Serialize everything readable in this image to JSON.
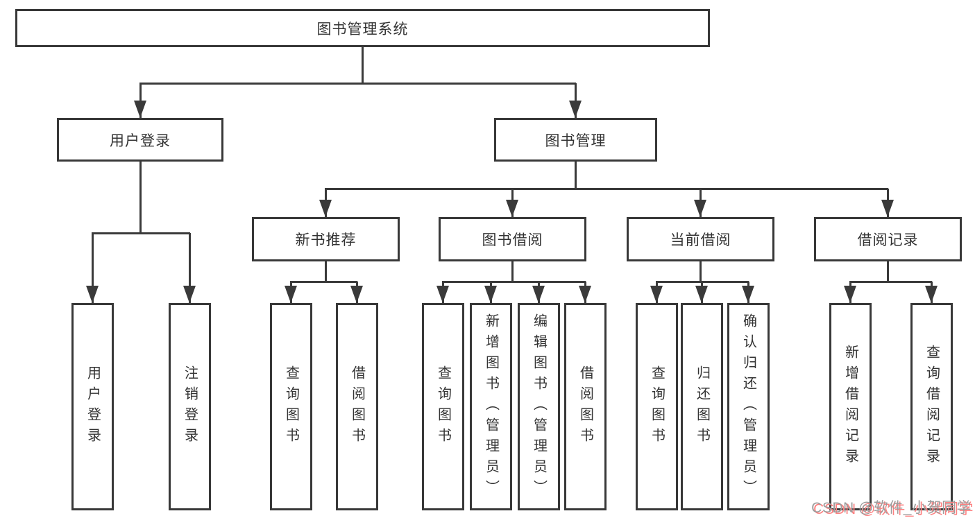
{
  "diagram": {
    "root": {
      "label": "图书管理系统",
      "children": [
        {
          "label": "用户登录",
          "children": [
            {
              "label": "用户登录"
            },
            {
              "label": "注销登录"
            }
          ]
        },
        {
          "label": "图书管理",
          "children": [
            {
              "label": "新书推荐",
              "children": [
                {
                  "label": "查询图书"
                },
                {
                  "label": "借阅图书"
                }
              ]
            },
            {
              "label": "图书借阅",
              "children": [
                {
                  "label": "查询图书"
                },
                {
                  "label": "新增图书（管理员）"
                },
                {
                  "label": "编辑图书（管理员）"
                },
                {
                  "label": "借阅图书"
                }
              ]
            },
            {
              "label": "当前借阅",
              "children": [
                {
                  "label": "查询图书"
                },
                {
                  "label": "归还图书"
                },
                {
                  "label": "确认归还（管理员）"
                }
              ]
            },
            {
              "label": "借阅记录",
              "children": [
                {
                  "label": "新增借阅记录"
                },
                {
                  "label": "查询借阅记录"
                }
              ]
            }
          ]
        }
      ]
    }
  },
  "watermark": {
    "text": "CSDN @软件_小贺同学"
  },
  "colors": {
    "background": "#ffffff",
    "box_border": "#383838",
    "line": "#3a3a3a",
    "text": "#333333",
    "watermark_gray": "#9d9d9d",
    "watermark_red": "#fd8181"
  }
}
